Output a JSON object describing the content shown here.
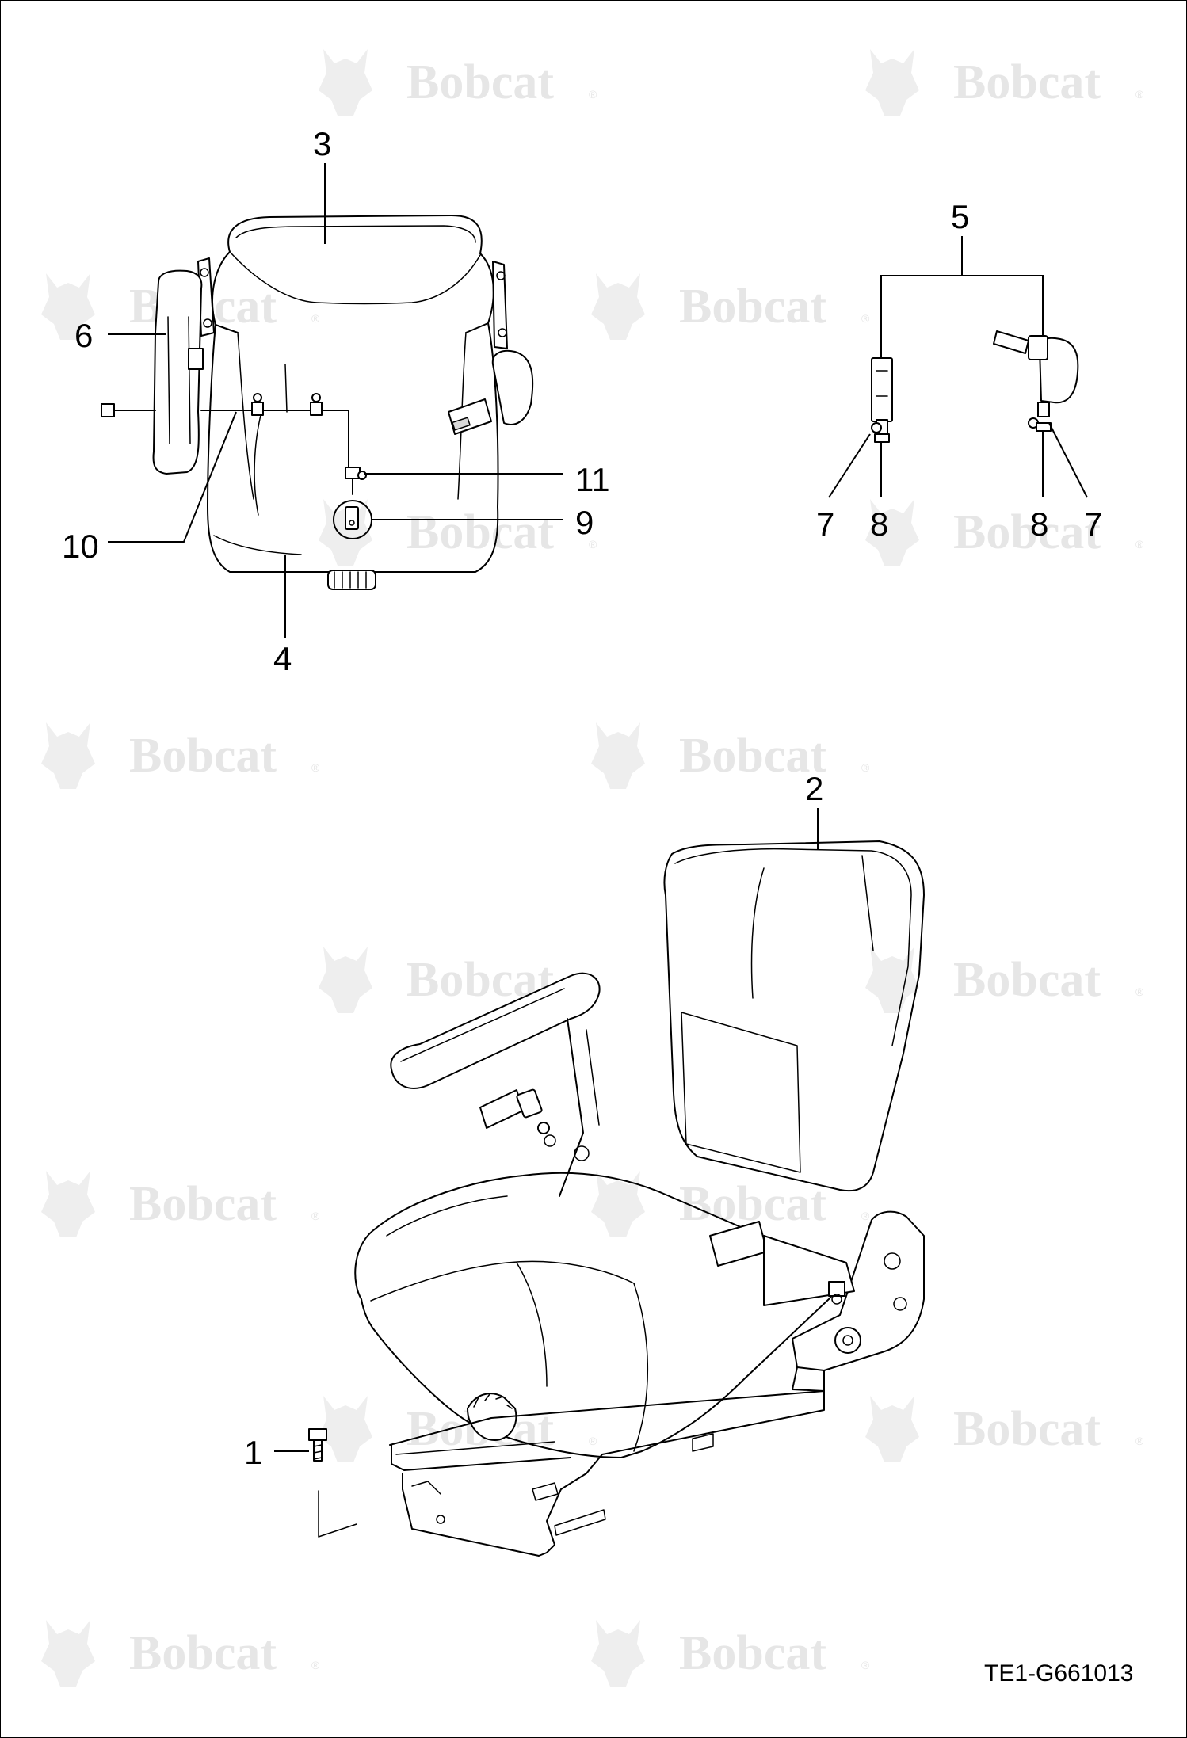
{
  "drawing_code": "TE1-G661013",
  "watermark": {
    "brand": "Bobcat",
    "color": "#e6e6e6"
  },
  "callouts": [
    {
      "id": "c1",
      "label": "1"
    },
    {
      "id": "c2",
      "label": "2"
    },
    {
      "id": "c3",
      "label": "3"
    },
    {
      "id": "c4",
      "label": "4"
    },
    {
      "id": "c5",
      "label": "5"
    },
    {
      "id": "c6",
      "label": "6"
    },
    {
      "id": "c7a",
      "label": "7"
    },
    {
      "id": "c7b",
      "label": "7"
    },
    {
      "id": "c8a",
      "label": "8"
    },
    {
      "id": "c8b",
      "label": "8"
    },
    {
      "id": "c9",
      "label": "9"
    },
    {
      "id": "c10",
      "label": "10"
    },
    {
      "id": "c11",
      "label": "11"
    }
  ]
}
